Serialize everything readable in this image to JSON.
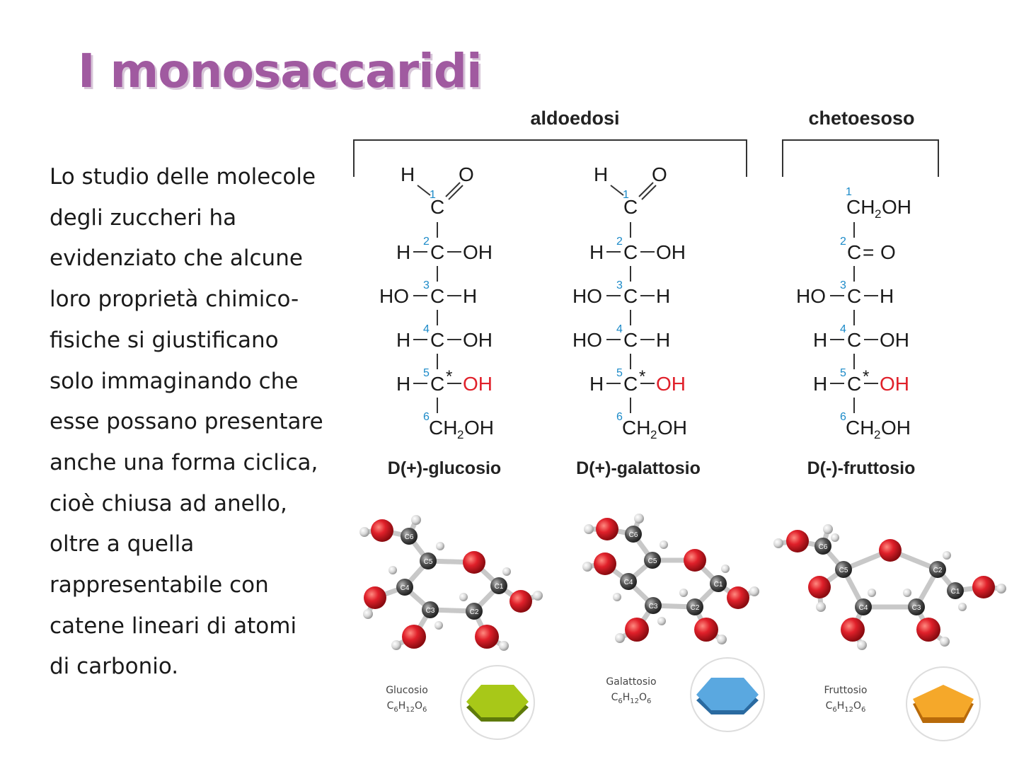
{
  "title": "I monosaccaridi",
  "text_lines": [
    "Lo studio delle molecole",
    "degli zuccheri ha",
    "evidenziato che alcune",
    "loro proprietà chimico-",
    "fisiche si giustificano",
    "solo immaginando che",
    "esse possano presentare",
    "anche una forma ciclica,",
    "cioè chiusa ad anello,",
    "oltre a quella",
    "rappresentabile con",
    "catene lineari di atomi",
    "di carbonio."
  ],
  "groups": {
    "aldo": "aldoedosi",
    "cheto": "chetoesoso"
  },
  "atoms": {
    "H": "H",
    "O": "O",
    "C": "C",
    "OH": "OH",
    "HO": "HO",
    "CH": "CH",
    "star": "*",
    "two": "2",
    "eq": "="
  },
  "numbers": {
    "n1": "1",
    "n2": "2",
    "n3": "3",
    "n4": "4",
    "n5": "5",
    "n6": "6"
  },
  "names": {
    "glucosio": "D(+)-glucosio",
    "galattosio": "D(+)-galattosio",
    "fruttosio": "D(-)-fruttosio"
  },
  "captions": {
    "glucosio": {
      "name": "Glucosio",
      "formula_c": "C",
      "c_sub": "6",
      "formula_h": "H",
      "h_sub": "12",
      "formula_o": "O",
      "o_sub": "6"
    },
    "galattosio": {
      "name": "Galattosio",
      "formula_c": "C",
      "c_sub": "6",
      "formula_h": "H",
      "h_sub": "12",
      "formula_o": "O",
      "o_sub": "6"
    },
    "fruttosio": {
      "name": "Fruttosio",
      "formula_c": "C",
      "c_sub": "6",
      "formula_h": "H",
      "h_sub": "12",
      "formula_o": "O",
      "o_sub": "6"
    }
  },
  "ring_labels": {
    "c1": "C1",
    "c2": "C2",
    "c3": "C3",
    "c4": "C4",
    "c5": "C5",
    "c6": "C6"
  },
  "colors": {
    "title": "#a05aa0",
    "oxygen": "#e0202a",
    "carbon": "#555555",
    "hydrogen": "#d8d8d8",
    "number": "#1b8ac8",
    "hexagon_green": "#a8c818",
    "hexagon_blue": "#5aa8e0",
    "pentagon_orange": "#f5a82a"
  }
}
